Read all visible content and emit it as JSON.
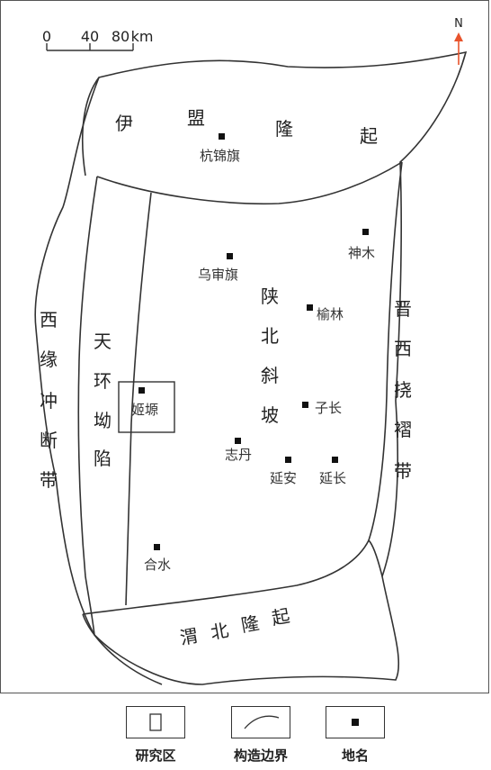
{
  "scale_bar": {
    "ticks": [
      "0",
      "40",
      "80"
    ],
    "unit": "km"
  },
  "north": {
    "label": "N",
    "color": "#e8532c"
  },
  "regions": [
    {
      "id": "yimeng",
      "chars": [
        "伊",
        "盟",
        "隆",
        "起"
      ]
    },
    {
      "id": "xiyuan",
      "chars": [
        "西",
        "缘",
        "冲",
        "断",
        "带"
      ]
    },
    {
      "id": "tianhuan",
      "chars": [
        "天",
        "环",
        "坳",
        "陷"
      ]
    },
    {
      "id": "shanbei",
      "chars": [
        "陕",
        "北",
        "斜",
        "坡"
      ]
    },
    {
      "id": "jinxi",
      "chars": [
        "晋",
        "西",
        "挠",
        "褶",
        "带"
      ]
    },
    {
      "id": "weibei",
      "chars": [
        "渭",
        "北",
        "隆",
        "起"
      ]
    }
  ],
  "places": [
    {
      "id": "hangjinqi",
      "name": "杭锦旗"
    },
    {
      "id": "shenmu",
      "name": "神木"
    },
    {
      "id": "wushenqi",
      "name": "乌审旗"
    },
    {
      "id": "yulin",
      "name": "榆林"
    },
    {
      "id": "jiyuan",
      "name": "姬塬"
    },
    {
      "id": "zichang",
      "name": "子长"
    },
    {
      "id": "zhidan",
      "name": "志丹"
    },
    {
      "id": "yanan",
      "name": "延安"
    },
    {
      "id": "yanchang",
      "name": "延长"
    },
    {
      "id": "heshui",
      "name": "合水"
    }
  ],
  "legend": {
    "study_area": "研究区",
    "boundary": "构造边界",
    "place_name": "地名"
  }
}
